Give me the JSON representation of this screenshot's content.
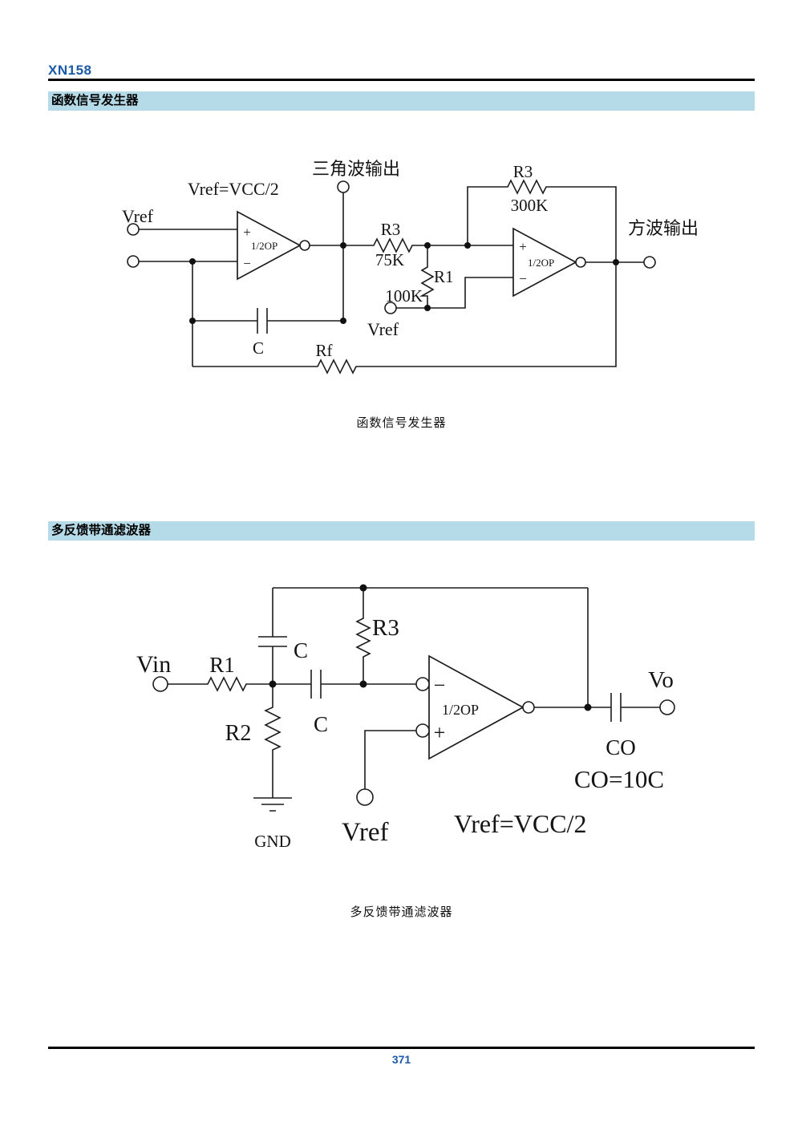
{
  "colors": {
    "accent": "#1a5aa8",
    "bar": "#b5dbe8"
  },
  "header": {
    "doc_id": "XN158"
  },
  "footer": {
    "page_number": "371"
  },
  "section1": {
    "title": "函数信号发生器",
    "caption": "函数信号发生器",
    "circuit": {
      "triangle_output": "三角波输出",
      "square_output": "方波输出",
      "vref_eq": "Vref=VCC/2",
      "vref_in": "Vref",
      "vref_ref": "Vref",
      "opamp1": "1/2OP",
      "opamp2": "1/2OP",
      "plus": "+",
      "minus": "−",
      "r3a": "R3",
      "r3a_val": "75K",
      "r1": "R1",
      "r1_val": "100K",
      "r3b": "R3",
      "r3b_val": "300K",
      "cap": "C",
      "rf": "Rf"
    }
  },
  "section2": {
    "title": "多反馈带通滤波器",
    "caption": "多反馈带通滤波器",
    "circuit": {
      "vin": "Vin",
      "vo": "Vo",
      "r1": "R1",
      "r2": "R2",
      "r3": "R3",
      "c_top": "C",
      "c_series": "C",
      "co": "CO",
      "co_eq": "CO=10C",
      "opamp": "1/2OP",
      "plus": "+",
      "minus": "−",
      "vref": "Vref",
      "vref_eq": "Vref=VCC/2",
      "gnd": "GND"
    }
  }
}
